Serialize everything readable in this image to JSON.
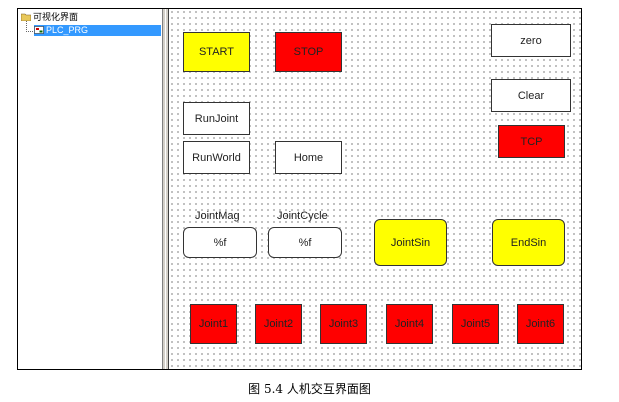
{
  "tree": {
    "root_label": "可视化界面",
    "items": [
      {
        "label": "PLC_PRG"
      }
    ]
  },
  "buttons": {
    "start": "START",
    "stop": "STOP",
    "zero": "zero",
    "clear": "Clear",
    "tcp": "TCP",
    "run_joint": "RunJoint",
    "run_world": "RunWorld",
    "home": "Home",
    "joint_sin": "JointSin",
    "end_sin": "EndSin",
    "joints": [
      "Joint1",
      "Joint2",
      "Joint3",
      "Joint4",
      "Joint5",
      "Joint6"
    ]
  },
  "fields": {
    "joint_mag_label": "JointMag",
    "joint_mag_value": "%f",
    "joint_cycle_label": "JointCycle",
    "joint_cycle_value": "%f"
  },
  "colors": {
    "yellow": "#ffff00",
    "red": "#ff0000",
    "selection": "#3399ff"
  },
  "caption": "图 5.4  人机交互界面图"
}
